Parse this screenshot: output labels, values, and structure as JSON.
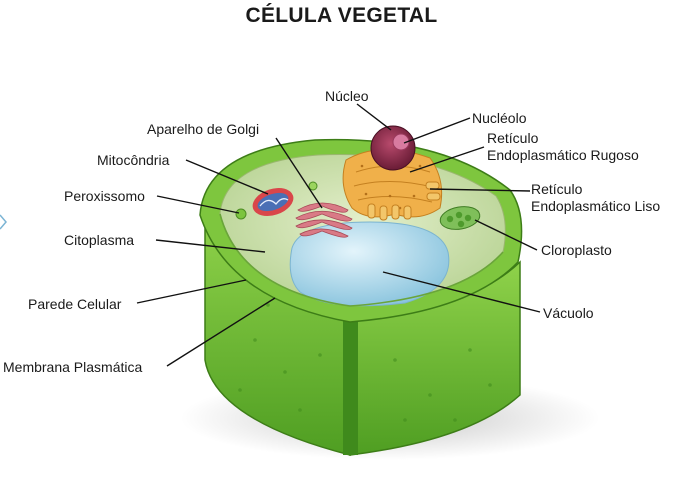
{
  "title": "CÉLULA VEGETAL",
  "labels": {
    "nucleo": "Núcleo",
    "nucleolo": "Nucléolo",
    "reticulo_rugoso_1": "Retículo",
    "reticulo_rugoso_2": "Endoplasmático Rugoso",
    "golgi": "Aparelho de Golgi",
    "mitocondria": "Mitocôndria",
    "reticulo_liso_1": "Retículo",
    "reticulo_liso_2": "Endoplasmático Liso",
    "peroxissomo": "Peroxissomo",
    "citoplasma": "Citoplasma",
    "cloroplasto": "Cloroplasto",
    "parede_celular": "Parede Celular",
    "vacuolo": "Vácuolo",
    "membrana_plasmatica": "Membrana Plasmática"
  },
  "colors": {
    "cell_wall": "#5aa72c",
    "cytoplasm": "#cfe3b2",
    "vacuole": "#a9d6ea",
    "nucleus": "#8a2a4a",
    "er_rough": "#f0b04a",
    "golgi": "#d97a86",
    "chloroplast": "#7fbf5a"
  }
}
